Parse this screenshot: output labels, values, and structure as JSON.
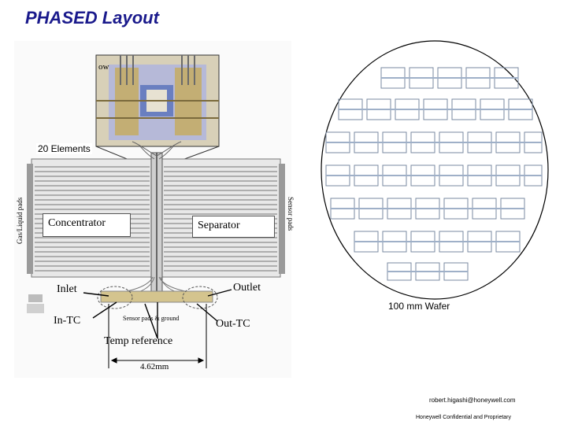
{
  "slide": {
    "title": "PHASED Layout"
  },
  "layout_figure": {
    "zoom_inset_fragment": "ow",
    "elements_label": "20 Elements",
    "concentrator_label": "Concentrator",
    "separator_label": "Separator",
    "inlet_label": "Inlet",
    "outlet_label": "Outlet",
    "in_tc_label": "In-TC",
    "out_tc_label": "Out-TC",
    "temp_reference_label": "Temp reference",
    "center_note": "Sensor pads & ground",
    "dimension_label": "4.62mm",
    "left_vertical_label": "Gas/Liquid pads",
    "right_vertical_label": "Sensor pads"
  },
  "wafer": {
    "label": "100 mm Wafer"
  },
  "footer": {
    "email": "robert.higashi@honeywell.com",
    "confidential": "Honeywell Confidential and Proprietary"
  },
  "colors": {
    "title": "#1a1a8c",
    "trace_gray": "#8a8a8a",
    "inset_blue": "#6a7fc0",
    "inset_gold": "#c9a94a"
  }
}
